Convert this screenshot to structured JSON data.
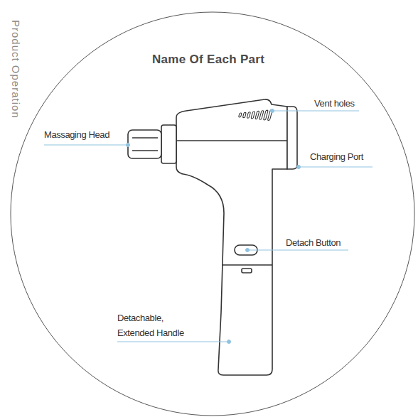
{
  "diagram": {
    "title": "Name Of Each Part",
    "labels": [
      "Product Operation",
      "Vent holes",
      "Massaging Head",
      "Charging Port",
      "Detach Button",
      "Detachable, Extended Handle"
    ]
  }
}
